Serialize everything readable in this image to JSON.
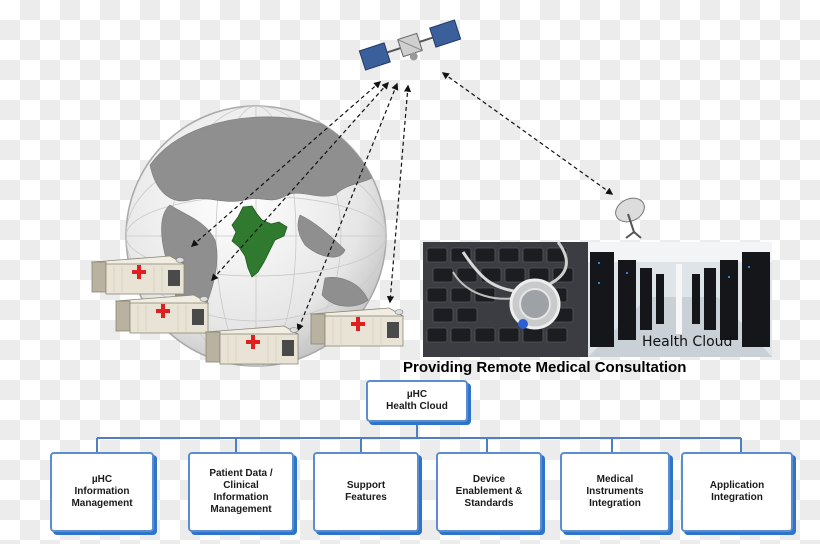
{
  "caption": "Providing Remote Medical Consultation",
  "photo_caption": "Health Cloud",
  "root": {
    "line1": "µHC",
    "line2": "Health Cloud"
  },
  "children": [
    {
      "line1": "µHC",
      "line2": "Information\nManagement"
    },
    {
      "line1": "",
      "line2": "Patient Data /\nClinical\nInformation\nManagement"
    },
    {
      "line1": "",
      "line2": "Support\nFeatures"
    },
    {
      "line1": "",
      "line2": "Device\nEnablement &\nStandards"
    },
    {
      "line1": "",
      "line2": "Medical\nInstruments\nIntegration"
    },
    {
      "line1": "",
      "line2": "Application\nIntegration"
    }
  ],
  "colors": {
    "box_border": "#5b8ed0",
    "box_shadow": "#2e74c9",
    "connector": "#4f7fbf",
    "india": "#2f7a2f",
    "ambulance_cross": "#e02020"
  },
  "icons": [
    "satellite-icon",
    "globe-icon",
    "satellite-dish-icon",
    "mobile-clinic-icon",
    "stethoscope-keyboard-photo",
    "server-room-photo"
  ]
}
